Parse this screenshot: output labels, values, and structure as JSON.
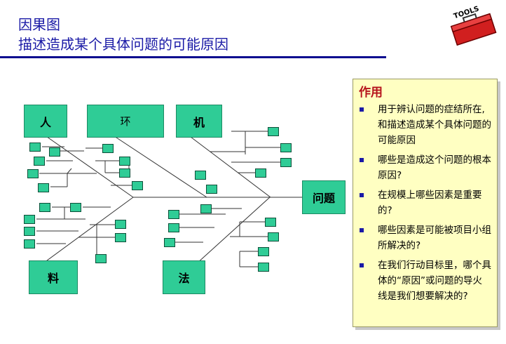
{
  "header": {
    "title_line1": "因果图",
    "title_line2": "描述造成某个具体问题的可能原因"
  },
  "logo": {
    "text": "TOOLS",
    "icon": "toolbox-icon"
  },
  "diagram": {
    "categories": {
      "people": "人",
      "environment": "环",
      "machine": "机",
      "material": "料",
      "method": "法"
    },
    "problem": "问题"
  },
  "panel": {
    "title": "作用",
    "items": [
      "用于辨认问题的症结所在,和描述造成某个具体问题的可能原因",
      "哪些是造成这个问题的根本原因?",
      "在规模上哪些因素是重要的?",
      "哪些因素是可能被项目小组所解决的?",
      "在我们行动目标里，哪个具体的“原因”或问题的导火线是我们想要解决的?"
    ]
  },
  "colors": {
    "title": "#1a1aa6",
    "box_fill": "#2fcc96",
    "panel_bg": "#ffffc2",
    "panel_title": "#b5121b"
  }
}
